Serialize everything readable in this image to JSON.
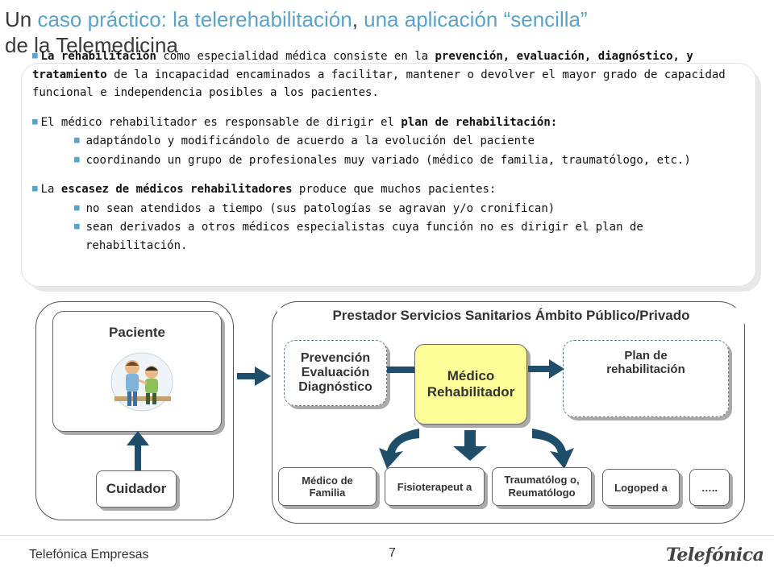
{
  "slide": {
    "title_prefix": "Un ",
    "title_highlight1": "caso práctico: la telerehabilitación",
    "title_mid": ", ",
    "title_highlight2": "una aplicación “sencilla”",
    "title_line2": "de la Telemedicina"
  },
  "bullets": {
    "b1_bold1": "La rehabilitación",
    "b1_text1": " como especialidad médica consiste en la ",
    "b1_bold2": "prevención, evaluación, diagnóstico, y tratamiento",
    "b1_text2": " de la incapacidad encaminados a facilitar, mantener o devolver el mayor grado de capacidad funcional e independencia posibles a los pacientes.",
    "b2_text1": "El médico rehabilitador es responsable de dirigir el ",
    "b2_bold": "plan de rehabilitación:",
    "b2_sub1": "adaptándolo y modificándolo de acuerdo a la evolución del paciente",
    "b2_sub2": "coordinando un grupo de profesionales muy variado (médico de familia, traumatólogo, etc.)",
    "b3_text1": "La ",
    "b3_bold": "escasez de médicos rehabilitadores",
    "b3_text2": " produce que muchos pacientes:",
    "b3_sub1": "no sean atendidos a tiempo (sus patologías se agravan y/o cronifican)",
    "b3_sub2": "sean derivados a otros médicos especialistas cuya función no es dirigir el plan de rehabilitación."
  },
  "diagram": {
    "left_panel": {
      "patient_label": "Paciente",
      "caregiver_label": "Cuidador"
    },
    "right_panel": {
      "title": "Prestador Servicios Sanitarios Ámbito Público/Privado",
      "prevention_box": "Prevención Evaluación Diagnóstico",
      "doctor_box": "Médico Rehabilitador",
      "plan_box": "Plan de rehabilitación",
      "specialists": [
        "Médico de Familia",
        "Fisioterapeut a",
        "Traumatólog o, Reumatólogo",
        "Logoped a",
        "….."
      ]
    },
    "colors": {
      "arrow": "#1f4e6b",
      "doctor_fill": "#ffff99",
      "dashed_border": "#5b7b98",
      "highlight": "#5aa3c8"
    }
  },
  "footer": {
    "company": "Telefónica Empresas",
    "page": "7",
    "logo_text": "Telefónica"
  }
}
